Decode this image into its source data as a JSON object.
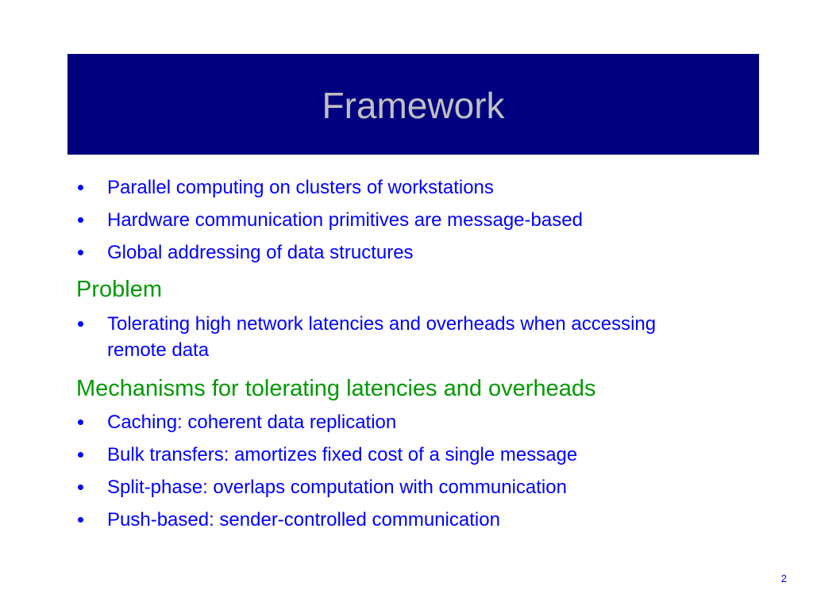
{
  "slide": {
    "title": "Framework",
    "intro_bullets": [
      "Parallel computing on clusters of workstations",
      "Hardware communication primitives are message-based",
      "Global addressing of data structures"
    ],
    "problem": {
      "heading": "Problem",
      "bullets": [
        "Tolerating high network latencies and overheads when accessing remote data"
      ]
    },
    "mechanisms": {
      "heading": "Mechanisms for tolerating latencies and overheads",
      "bullets": [
        "Caching: coherent data replication",
        "Bulk transfers: amortizes fixed cost of a single message",
        "Split-phase: overlaps computation with communication",
        "Push-based: sender-controlled communication"
      ]
    },
    "page_number": "2"
  },
  "colors": {
    "title_bar": "#000080",
    "title_text": "#c0c0c0",
    "bullet_text": "#0000ff",
    "heading_text": "#009900"
  },
  "icons": {
    "bullet": "filled-circle"
  }
}
